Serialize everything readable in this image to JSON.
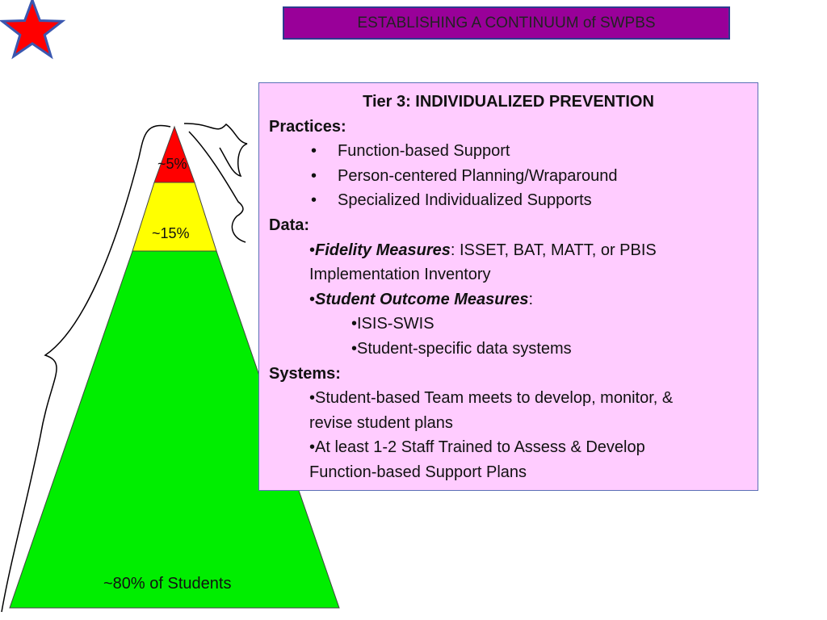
{
  "title": "ESTABLISHING A CONTINUUM of SWPBS",
  "colors": {
    "title_bg": "#990099",
    "box_bg": "#ffccff",
    "tier3_red": "#ff0000",
    "tier2_yellow": "#ffff00",
    "tier1_green": "#00ee00",
    "star_fill": "#ff0000",
    "star_outline": "#3a57b0"
  },
  "icons": {
    "corner": "star-icon"
  },
  "pyramid": {
    "top_label": "~5%",
    "middle_label": "~15%",
    "base_label": "~80% of Students"
  },
  "tier": {
    "heading": "Tier 3: INDIVIDUALIZED PREVENTION",
    "practices_label": "Practices:",
    "practices": [
      "Function-based Support",
      "Person-centered Planning/Wraparound",
      "Specialized Individualized Supports"
    ],
    "data_label": "Data:",
    "fidelity": {
      "bullet": "•",
      "label": "Fidelity Measures",
      "text_line1": ": ISSET, BAT, MATT, or PBIS",
      "text_line2": "Implementation Inventory"
    },
    "outcome": {
      "bullet": "•",
      "label": "Student Outcome Measures",
      "suffix": ":"
    },
    "outcome_items": [
      "•ISIS-SWIS",
      "•Student-specific data systems"
    ],
    "systems_label": "Systems:",
    "systems_items": [
      {
        "line1": "•Student-based Team meets to develop, monitor, &",
        "line2": "revise student plans"
      },
      {
        "line1": "•At least 1-2 Staff Trained to Assess & Develop",
        "line2": "Function-based Support Plans"
      }
    ]
  }
}
